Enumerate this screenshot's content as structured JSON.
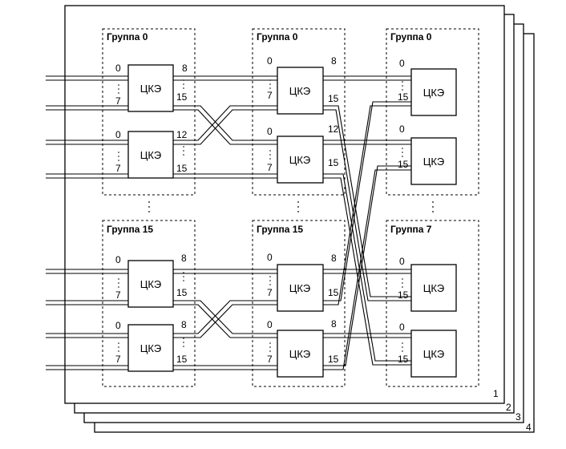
{
  "diagram": {
    "block_label": "ЦКЭ",
    "groups": {
      "g0": "Группа 0",
      "g15": "Группа 15",
      "g7": "Группа 7"
    },
    "ports": {
      "p0": "0",
      "p7": "7",
      "p8": "8",
      "p12": "12",
      "p15": "15"
    },
    "plane_numbers": [
      "1",
      "2",
      "3",
      "4"
    ]
  },
  "colors": {
    "line": "#000000",
    "background": "#ffffff"
  }
}
